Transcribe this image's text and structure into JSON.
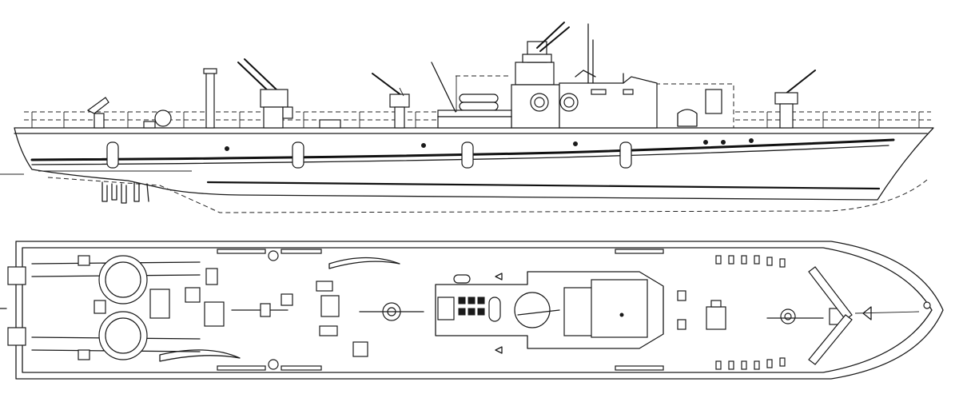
{
  "drawing": {
    "views": [
      {
        "id": "side-profile",
        "kind": "side elevation"
      },
      {
        "id": "deck-plan",
        "kind": "top plan"
      }
    ],
    "colors": {
      "ink": "#1a1a1a",
      "paper": "#ffffff"
    }
  }
}
